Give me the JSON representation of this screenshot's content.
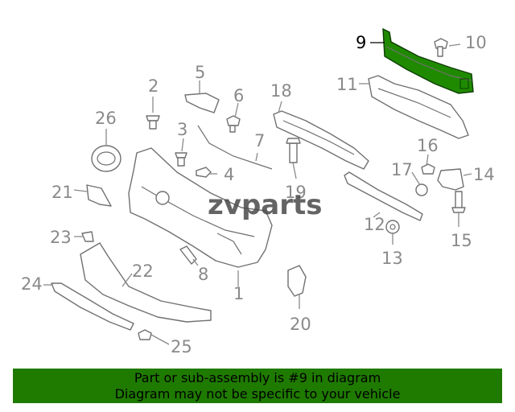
{
  "watermark": "zvparts",
  "callouts": {
    "c1": "1",
    "c2": "2",
    "c3": "3",
    "c4": "4",
    "c5": "5",
    "c6": "6",
    "c7": "7",
    "c8": "8",
    "c9": "9",
    "c10": "10",
    "c11": "11",
    "c12": "12",
    "c13": "13",
    "c14": "14",
    "c15": "15",
    "c16": "16",
    "c17": "17",
    "c18": "18",
    "c19": "19",
    "c20": "20",
    "c21": "21",
    "c22": "22",
    "c23": "23",
    "c24": "24",
    "c25": "25",
    "c26": "26"
  },
  "highlight": {
    "part_number": "9",
    "fill_color": "#1f8a00"
  },
  "banner": {
    "line1": "Part or sub-assembly is #9 in diagram",
    "line2": "Diagram may not be specific to your vehicle",
    "background": "#1f7a00"
  }
}
